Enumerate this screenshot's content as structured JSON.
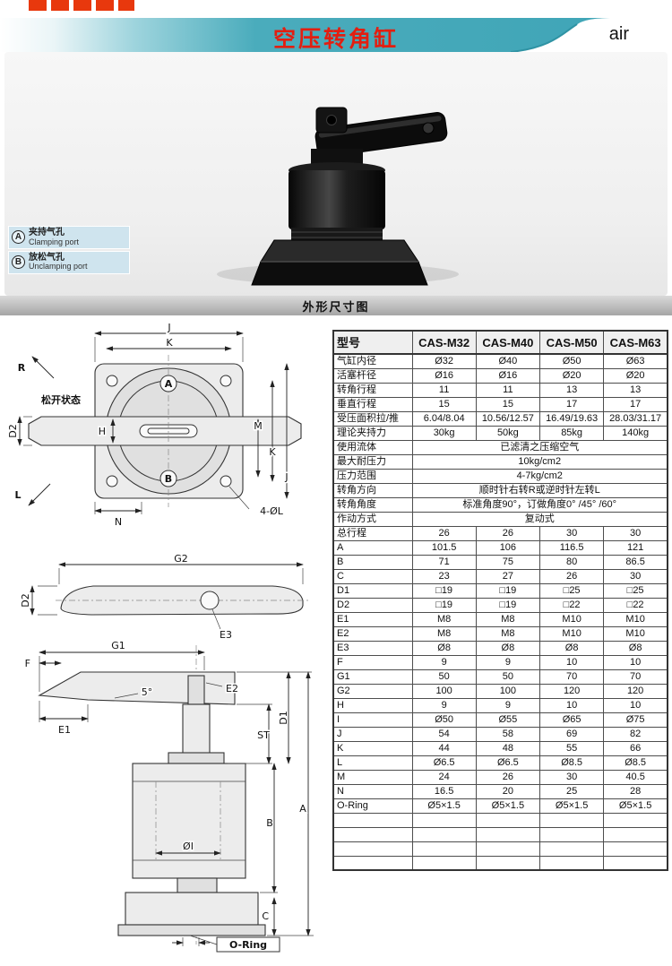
{
  "header": {
    "title": "空压转角缸",
    "right_label": "air"
  },
  "legend": {
    "items": [
      {
        "symbol": "A",
        "cn": "夹持气孔",
        "en": "Clamping port"
      },
      {
        "symbol": "B",
        "cn": "放松气孔",
        "en": "Unclamping port"
      }
    ]
  },
  "section_title": "外形尺寸图",
  "drawing_top": {
    "state_label": "松开状态",
    "port_a": "A",
    "port_b": "B",
    "dims": {
      "j_top": "J",
      "k_top": "K",
      "m": "M",
      "k_right": "K",
      "j_right": "J",
      "d2": "D2",
      "h": "H",
      "n": "N",
      "hole": "4-ØL",
      "r": "R",
      "l": "L"
    }
  },
  "drawing_bottom": {
    "dims": {
      "g2": "G2",
      "d2": "D2",
      "e3": "E3",
      "f": "F",
      "g1": "G1",
      "angle": "5°",
      "e2": "E2",
      "e1": "E1",
      "d1": "D1",
      "st": "ST",
      "a": "A",
      "b": "B",
      "oi": "ØI",
      "c": "C",
      "oring": "O-Ring"
    }
  },
  "spec_table": {
    "header": [
      "型号",
      "CAS-M32",
      "CAS-M40",
      "CAS-M50",
      "CAS-M63"
    ],
    "rows": [
      {
        "label": "气缸内径",
        "values": [
          "Ø32",
          "Ø40",
          "Ø50",
          "Ø63"
        ]
      },
      {
        "label": "活塞杆径",
        "values": [
          "Ø16",
          "Ø16",
          "Ø20",
          "Ø20"
        ]
      },
      {
        "label": "转角行程",
        "values": [
          "11",
          "11",
          "13",
          "13"
        ]
      },
      {
        "label": "垂直行程",
        "values": [
          "15",
          "15",
          "17",
          "17"
        ]
      },
      {
        "label": "受压面积拉/推",
        "values": [
          "6.04/8.04",
          "10.56/12.57",
          "16.49/19.63",
          "28.03/31.17"
        ]
      },
      {
        "label": "理论夹持力",
        "values": [
          "30kg",
          "50kg",
          "85kg",
          "140kg"
        ]
      },
      {
        "label": "使用流体",
        "span": "已滤清之压缩空气"
      },
      {
        "label": "最大耐压力",
        "span": "10kg/cm2"
      },
      {
        "label": "压力范围",
        "span": "4-7kg/cm2"
      },
      {
        "label": "转角方向",
        "span": "顺时针右转R或逆时针左转L"
      },
      {
        "label": "转角角度",
        "span": "标准角度90°，订做角度0° /45° /60°"
      },
      {
        "label": "作动方式",
        "span": "复动式"
      },
      {
        "label": "总行程",
        "values": [
          "26",
          "26",
          "30",
          "30"
        ]
      },
      {
        "label": "A",
        "values": [
          "101.5",
          "106",
          "116.5",
          "121"
        ]
      },
      {
        "label": "B",
        "values": [
          "71",
          "75",
          "80",
          "86.5"
        ]
      },
      {
        "label": "C",
        "values": [
          "23",
          "27",
          "26",
          "30"
        ]
      },
      {
        "label": "D1",
        "values": [
          "□19",
          "□19",
          "□25",
          "□25"
        ]
      },
      {
        "label": "D2",
        "values": [
          "□19",
          "□19",
          "□22",
          "□22"
        ]
      },
      {
        "label": "E1",
        "values": [
          "M8",
          "M8",
          "M10",
          "M10"
        ]
      },
      {
        "label": "E2",
        "values": [
          "M8",
          "M8",
          "M10",
          "M10"
        ]
      },
      {
        "label": "E3",
        "values": [
          "Ø8",
          "Ø8",
          "Ø8",
          "Ø8"
        ]
      },
      {
        "label": "F",
        "values": [
          "9",
          "9",
          "10",
          "10"
        ]
      },
      {
        "label": "G1",
        "values": [
          "50",
          "50",
          "70",
          "70"
        ]
      },
      {
        "label": "G2",
        "values": [
          "100",
          "100",
          "120",
          "120"
        ]
      },
      {
        "label": "H",
        "values": [
          "9",
          "9",
          "10",
          "10"
        ]
      },
      {
        "label": "I",
        "values": [
          "Ø50",
          "Ø55",
          "Ø65",
          "Ø75"
        ]
      },
      {
        "label": "J",
        "values": [
          "54",
          "58",
          "69",
          "82"
        ]
      },
      {
        "label": "K",
        "values": [
          "44",
          "48",
          "55",
          "66"
        ]
      },
      {
        "label": "L",
        "values": [
          "Ø6.5",
          "Ø6.5",
          "Ø8.5",
          "Ø8.5"
        ]
      },
      {
        "label": "M",
        "values": [
          "24",
          "26",
          "30",
          "40.5"
        ]
      },
      {
        "label": "N",
        "values": [
          "16.5",
          "20",
          "25",
          "28"
        ]
      },
      {
        "label": "O-Ring",
        "values": [
          "Ø5×1.5",
          "Ø5×1.5",
          "Ø5×1.5",
          "Ø5×1.5"
        ]
      }
    ],
    "empty_row_count": 4
  }
}
